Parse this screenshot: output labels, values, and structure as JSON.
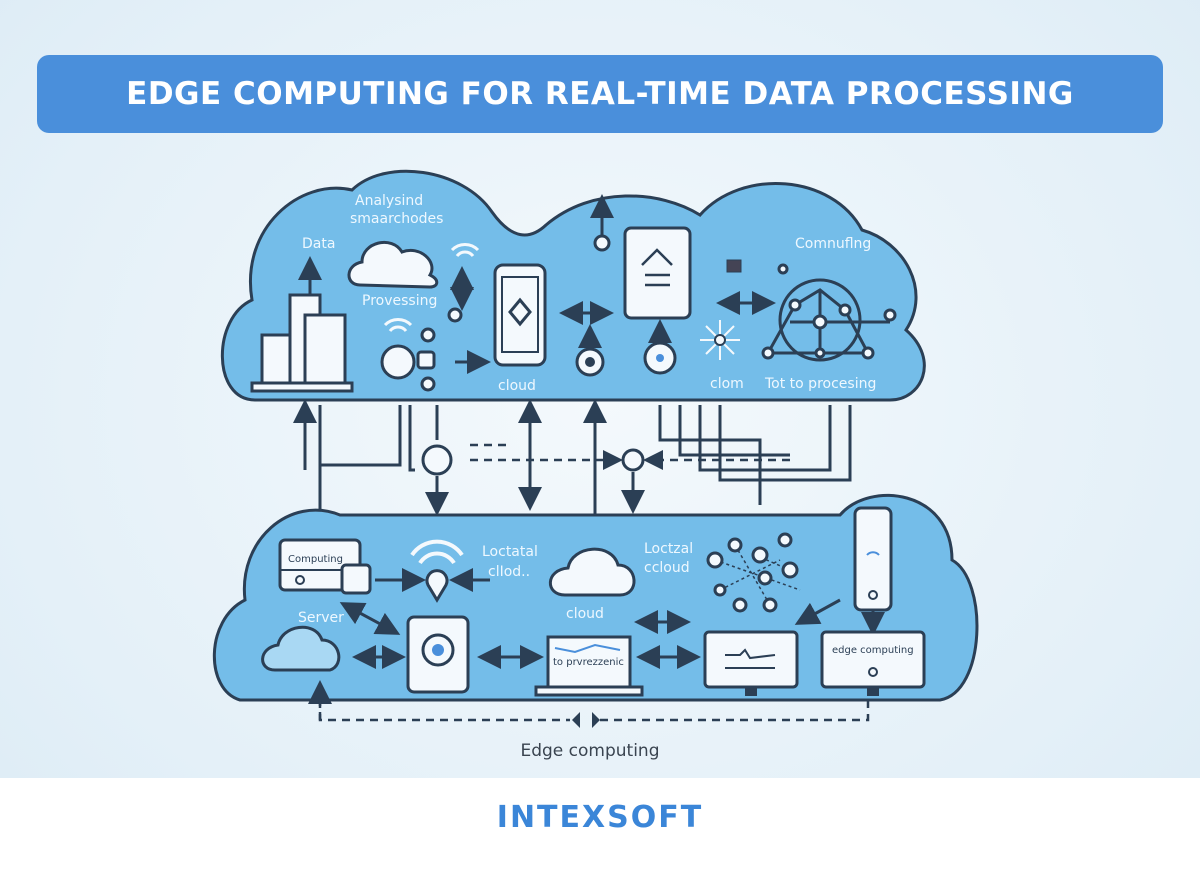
{
  "header": {
    "title": "EDGE COMPUTING FOR REAL-TIME DATA PROCESSING"
  },
  "diagram": {
    "top_cloud": {
      "labels": [
        "Analysind",
        "smaarchodes",
        "Data",
        "Provessing",
        "cloud",
        "clom",
        "Tot to procesing",
        "Comnuflng"
      ]
    },
    "bottom_cloud": {
      "labels": [
        "Computing",
        "Server",
        "Loctatal",
        "clIod..",
        "Loctzal",
        "ccloud",
        "cloud",
        "to prvrezzenic",
        "edge computing"
      ]
    },
    "caption": "Edge computing"
  },
  "colors": {
    "banner": "#4a8fdb",
    "cloud_fill": "#74bde9",
    "stroke": "#2b3f55",
    "logo": "#3b86d8"
  },
  "footer": {
    "logo_text": "INTEXSOFT"
  }
}
